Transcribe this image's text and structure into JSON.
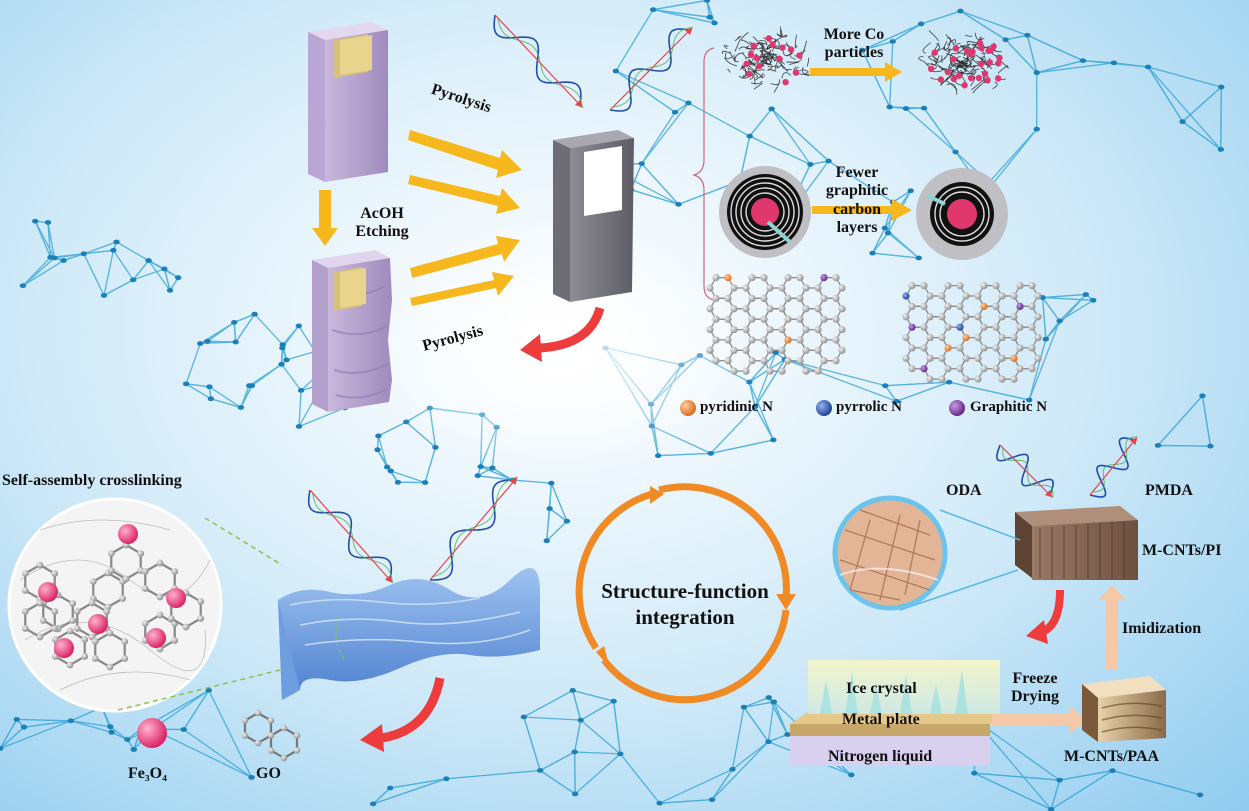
{
  "labels": {
    "pyrolysis_top": "Pyrolysis",
    "pyrolysis_bottom": "Pyrolysis",
    "acoh_line1": "AcOH",
    "acoh_line2": "Etching",
    "more_co_line1": "More Co",
    "more_co_line2": "particles",
    "fewer_line1": "Fewer",
    "fewer_line2": "graphitic",
    "fewer_line3": "carbon",
    "fewer_line4": "layers",
    "self_assembly": "Self-assembly crosslinking",
    "fe3o4": "Fe₃O₄",
    "go": "GO",
    "center_line1": "Structure-function",
    "center_line2": "integration",
    "oda": "ODA",
    "pmda": "PMDA",
    "mcnts_pi": "M-CNTs/PI",
    "imidization": "Imidization",
    "freeze_line1": "Freeze",
    "freeze_line2": "Drying",
    "mcnts_paa": "M-CNTs/PAA",
    "ice_crystal": "Ice crystal",
    "metal_plate": "Metal plate",
    "nitrogen_liquid": "Nitrogen liquid"
  },
  "legend": [
    {
      "label": "pyridinic N",
      "color": "#e8852a"
    },
    {
      "label": "pyrrolic N",
      "color": "#2c4f9e"
    },
    {
      "label": "Graphitic N",
      "color": "#7a2d9a"
    }
  ],
  "colors": {
    "arrow_yellow": "#f6b81c",
    "arrow_red": "#ee3b3b",
    "cycle_orange": "#f08a24",
    "co_particle": "#e0386e",
    "mesh": "#2aa0d4",
    "mesh_node": "#1b7fb8"
  }
}
